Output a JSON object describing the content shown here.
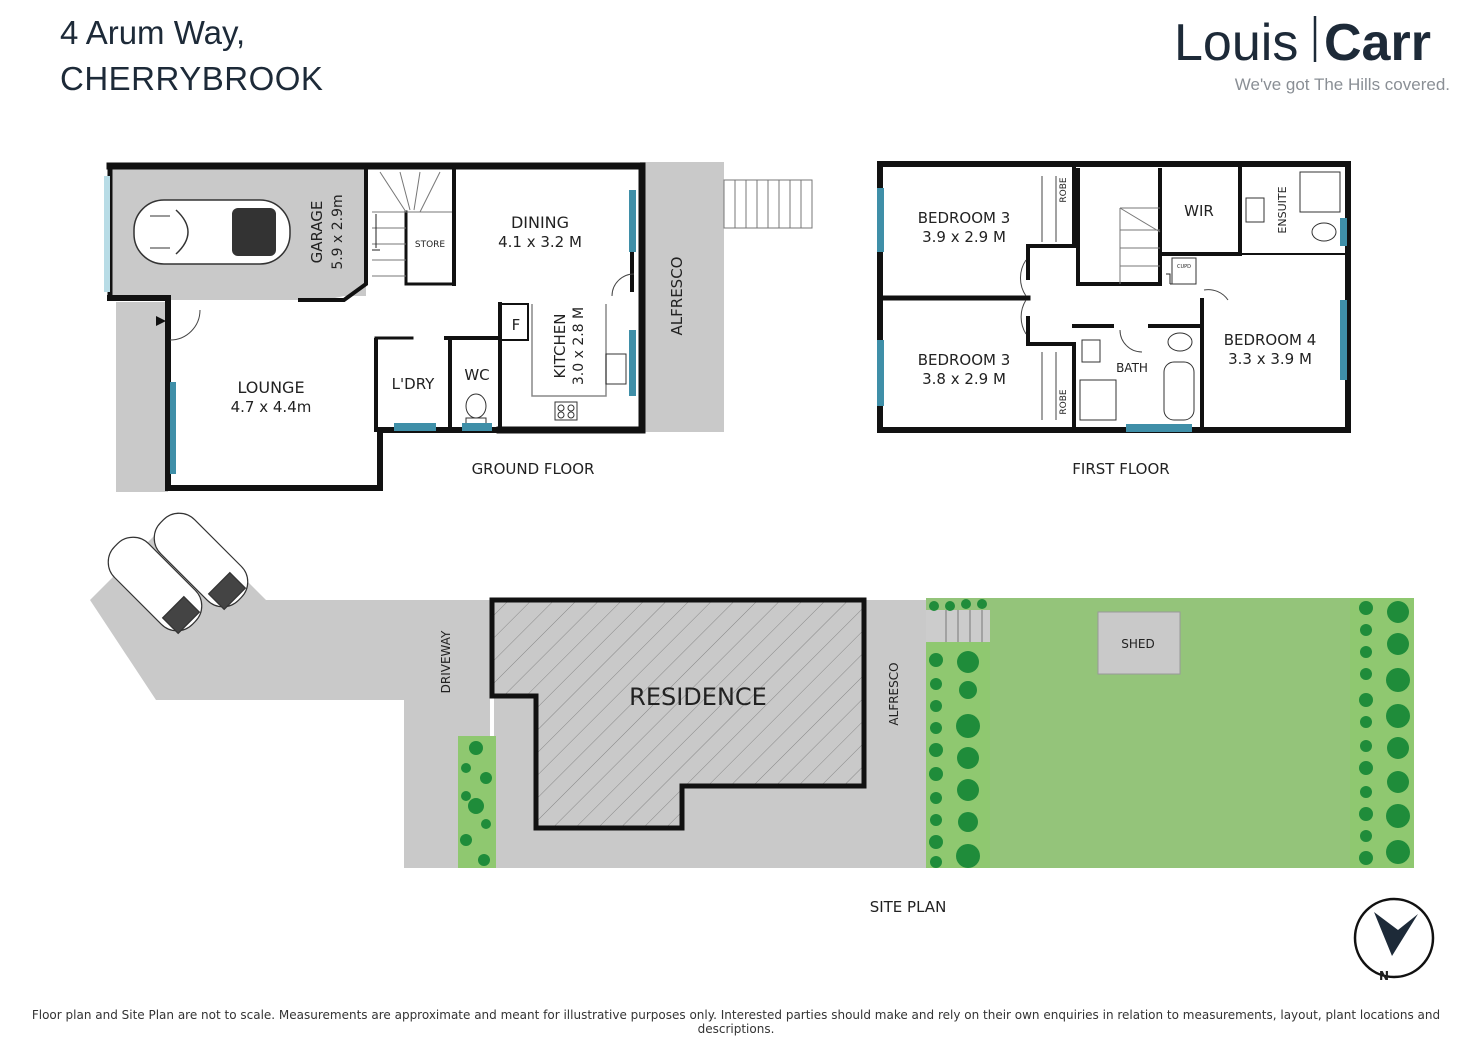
{
  "address": {
    "line1": "4 Arum Way,",
    "line2": "CHERRYBROOK"
  },
  "brand": {
    "name_left": "Louis",
    "name_right": "Carr",
    "tagline": "We've got The Hills covered."
  },
  "ground_floor": {
    "title": "GROUND FLOOR",
    "garage": {
      "name": "GARAGE",
      "dims": "5.9 x 2.9m"
    },
    "store": "STORE",
    "dining": {
      "name": "DINING",
      "dims": "4.1 x 3.2 M"
    },
    "alfresco": "ALFRESCO",
    "fridge": "F",
    "kitchen": {
      "name": "KITCHEN",
      "dims": "3.0 x 2.8 M"
    },
    "lounge": {
      "name": "LOUNGE",
      "dims": "4.7 x 4.4m"
    },
    "laundry": "L'DRY",
    "wc": "WC"
  },
  "first_floor": {
    "title": "FIRST FLOOR",
    "bed_top": {
      "name": "BEDROOM 3",
      "dims": "3.9 x 2.9 M"
    },
    "bed_bottom": {
      "name": "BEDROOM 3",
      "dims": "3.8 x 2.9 M"
    },
    "robe": "ROBE",
    "wir": "WIR",
    "ensuite": "ENSUITE",
    "cupd": "CUPD",
    "bath": "BATH",
    "bed4": {
      "name": "BEDROOM 4",
      "dims": "3.3 x 3.9 M"
    }
  },
  "site_plan": {
    "title": "SITE PLAN",
    "driveway": "DRIVEWAY",
    "residence": "RESIDENCE",
    "alfresco": "ALFRESCO",
    "shed": "SHED"
  },
  "north": "N",
  "disclaimer": "Floor plan and Site Plan are not to scale. Measurements are approximate and meant for illustrative purposes only.  Interested parties should make and rely on their own enquiries in relation to measurements, layout, plant locations and descriptions.",
  "colors": {
    "wall": "#111111",
    "paving": "#c9c9c9",
    "lawn": "#94c47a",
    "hedge": "#8fc870",
    "plant": "#1f8c3a",
    "window": "#3f8fa8",
    "logo": "#1d2a38",
    "tagline": "#8a8f95"
  }
}
